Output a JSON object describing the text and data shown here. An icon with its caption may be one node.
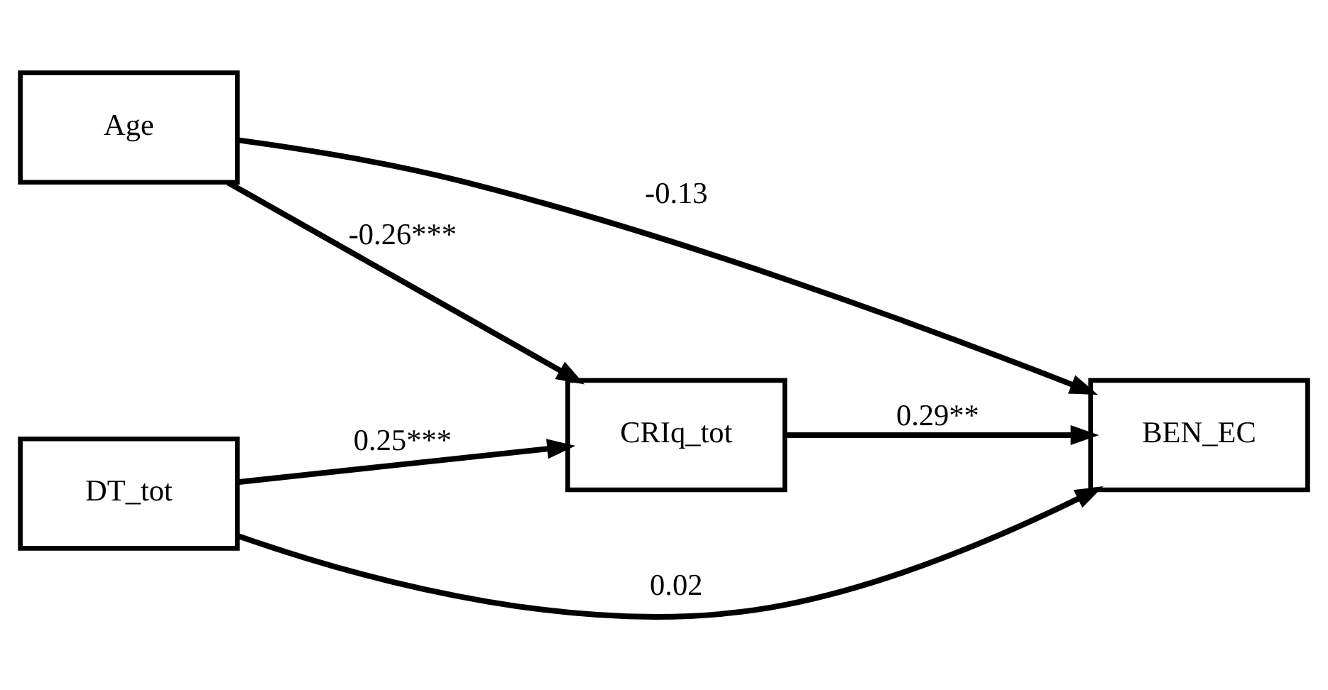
{
  "diagram": {
    "nodes": [
      {
        "text": [
          "Age"
        ]
      },
      {
        "text": [
          "DT_tot"
        ]
      },
      {
        "text": [
          "CRIq_tot"
        ]
      },
      {
        "text": [
          "BEN_EC"
        ]
      }
    ],
    "edges": [
      {
        "from": 0,
        "to": 2,
        "arrow": "to",
        "label": "-0.26***"
      },
      {
        "from": 1,
        "to": 2,
        "arrow": "to",
        "label": "0.25***"
      },
      {
        "from": 2,
        "to": 3,
        "arrow": "to",
        "label": "0.29**"
      },
      {
        "from": 0,
        "to": 3,
        "arrow": "to",
        "label": "-0.13"
      },
      {
        "from": 1,
        "to": 3,
        "arrow": "to",
        "label": "0.02"
      }
    ]
  }
}
